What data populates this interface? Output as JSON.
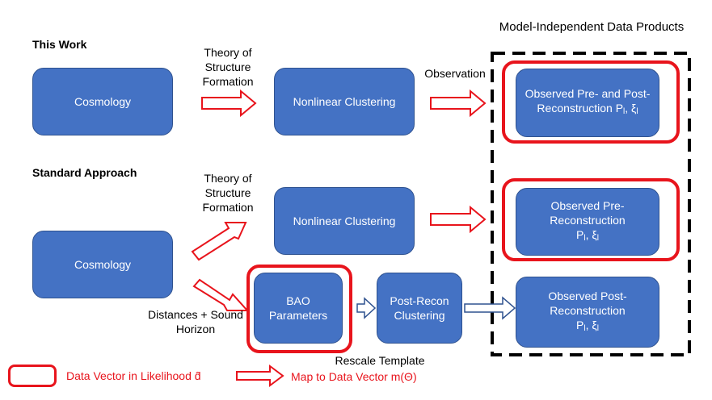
{
  "labels": {
    "this_work": "This Work",
    "standard_approach": "Standard Approach",
    "model_independent": "Model-Independent Data Products",
    "theory_1": "Theory of Structure Formation",
    "theory_2": "Theory of Structure Formation",
    "observation": "Observation",
    "distances": "Distances + Sound Horizon",
    "rescale_template": "Rescale Template"
  },
  "boxes": {
    "cosmology_top": "Cosmology",
    "nonlinear_top": "Nonlinear Clustering",
    "observed_top_line1": "Observed Pre- and Post-",
    "observed_top_line2": "Reconstruction P",
    "cosmology_bottom": "Cosmology",
    "nonlinear_bottom": "Nonlinear Clustering",
    "observed_pre_line1": "Observed Pre-",
    "observed_pre_line2": "Reconstruction",
    "bao_parameters": "BAO Parameters",
    "postrecon_clustering": "Post-Recon Clustering",
    "observed_post_line1": "Observed Post-",
    "observed_post_line2": "Reconstruction",
    "pk_xi": "P",
    "sub_l": "l",
    "xi_part": ", ξ"
  },
  "legend": {
    "data_vector": "Data Vector in Likelihood d̂",
    "map_to": "Map to Data Vector m(Θ)"
  },
  "colors": {
    "box_fill": "#4472c4",
    "highlight_red": "#e8141c",
    "dashed_border": "#000000",
    "hollow_blue_arrow": "#2f528f"
  }
}
